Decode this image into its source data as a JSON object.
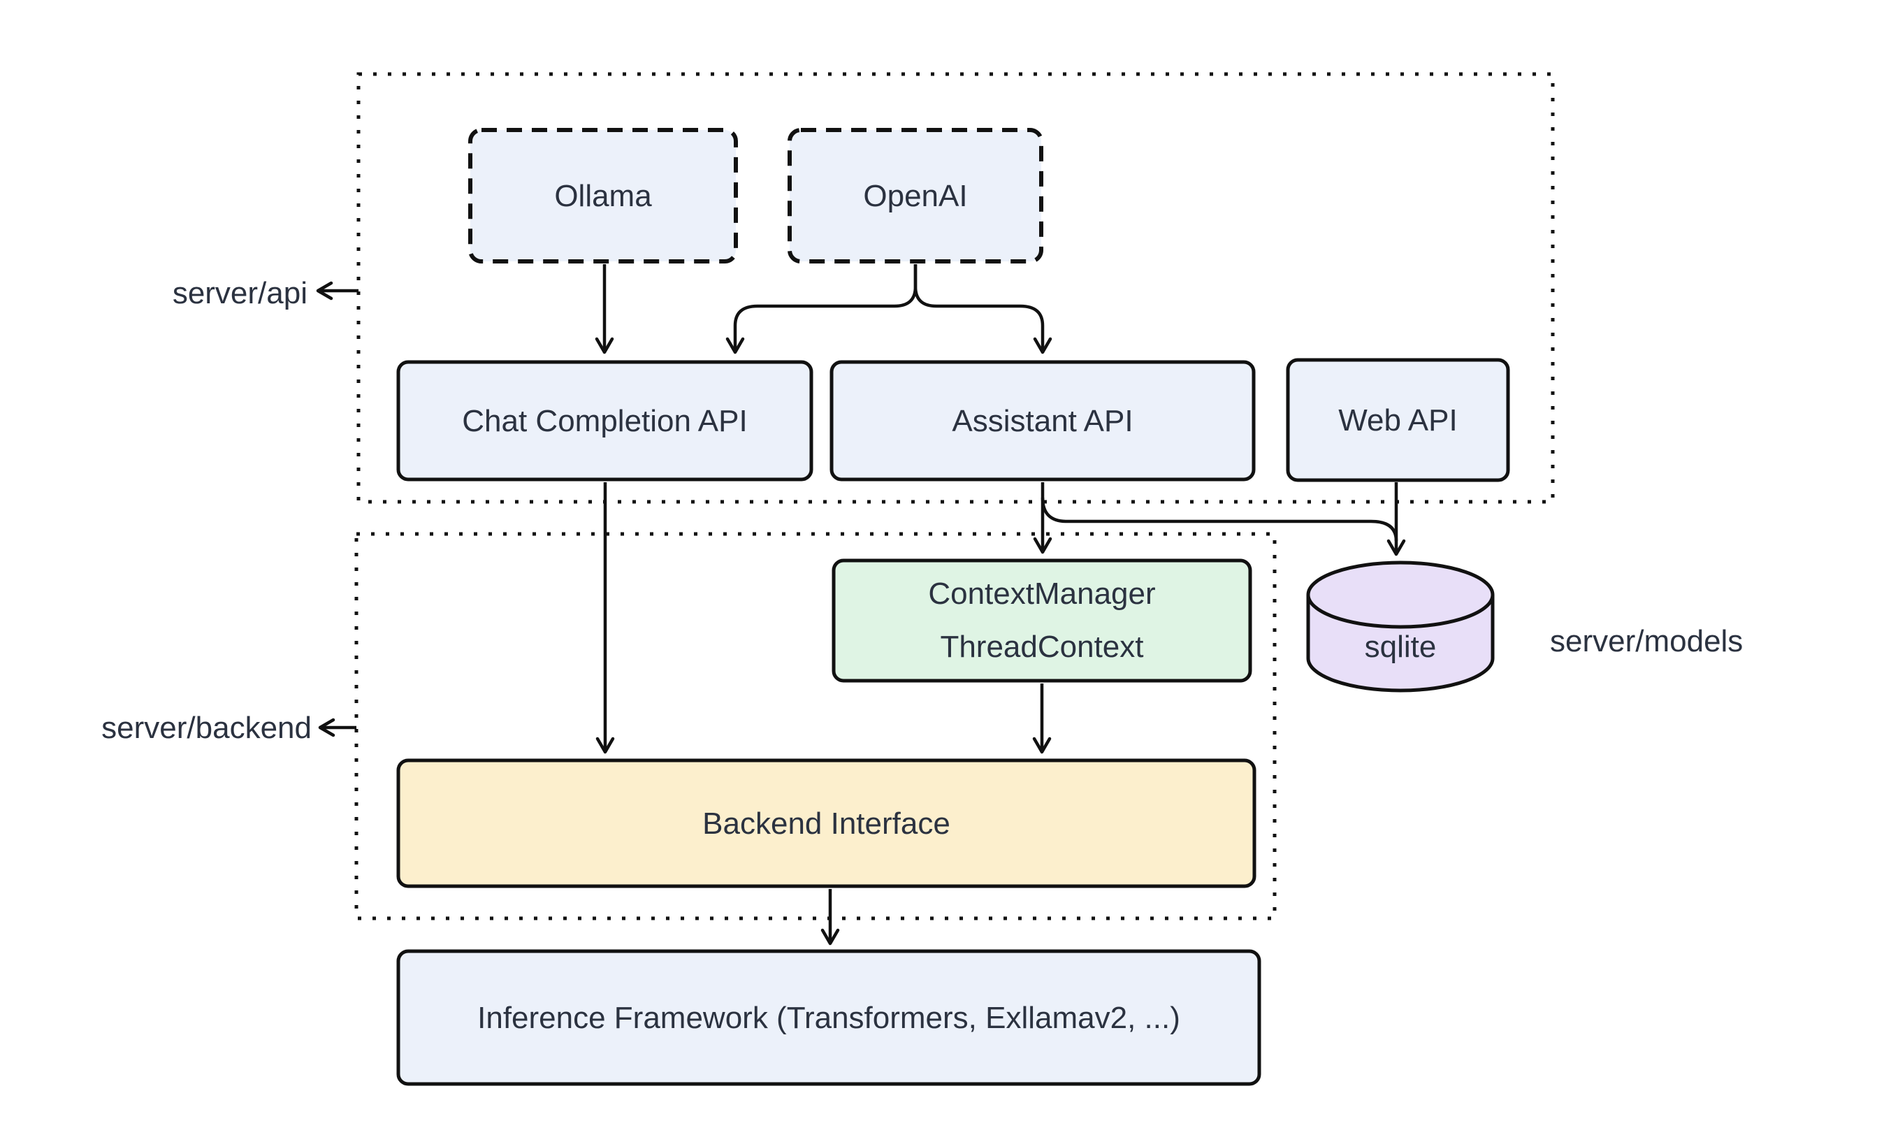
{
  "nodes": {
    "ollama": "Ollama",
    "openai": "OpenAI",
    "chat_completion": "Chat Completion API",
    "assistant": "Assistant API",
    "web_api": "Web API",
    "context_manager": "ContextManager\nThreadContext",
    "backend_interface": "Backend Interface",
    "inference": "Inference Framework (Transformers, Exllamav2, ...)",
    "sqlite": "sqlite"
  },
  "labels": {
    "server_api": "server/api",
    "server_backend": "server/backend",
    "server_models": "server/models"
  },
  "edges": [
    {
      "from": "Ollama",
      "to": "Chat Completion API"
    },
    {
      "from": "OpenAI",
      "to": "Chat Completion API"
    },
    {
      "from": "OpenAI",
      "to": "Assistant API"
    },
    {
      "from": "Chat Completion API",
      "to": "Backend Interface"
    },
    {
      "from": "Assistant API",
      "to": "ContextManager ThreadContext"
    },
    {
      "from": "Assistant API",
      "to": "sqlite"
    },
    {
      "from": "Web API",
      "to": "sqlite"
    },
    {
      "from": "ContextManager ThreadContext",
      "to": "Backend Interface"
    },
    {
      "from": "Backend Interface",
      "to": "Inference Framework (Transformers, Exllamav2, ...)"
    }
  ],
  "colors": {
    "background": "#FFFFFF",
    "node_blue": "#ECF1FA",
    "node_green": "#DFF4E4",
    "node_yellow": "#FCEFCD",
    "node_purple": "#E8DFF8",
    "stroke": "#111111",
    "text": "#2B3240"
  }
}
